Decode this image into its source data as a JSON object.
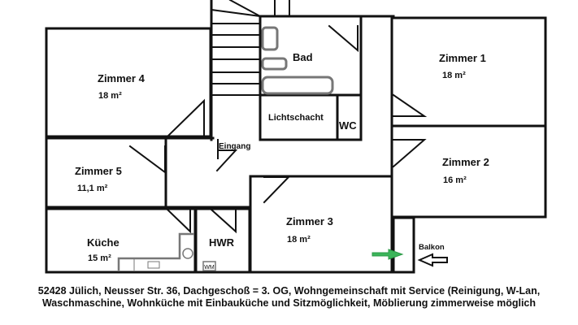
{
  "rooms": {
    "zimmer4": {
      "name": "Zimmer 4",
      "area": "18 m²"
    },
    "zimmer1": {
      "name": "Zimmer 1",
      "area": "18 m²"
    },
    "zimmer2": {
      "name": "Zimmer 2",
      "area": "16 m²"
    },
    "zimmer3": {
      "name": "Zimmer 3",
      "area": "18 m²"
    },
    "zimmer5": {
      "name": "Zimmer 5",
      "area": "11,1 m²"
    },
    "kueche": {
      "name": "Küche",
      "area": "15 m²"
    },
    "bad": {
      "name": "Bad"
    },
    "lichtschacht": {
      "name": "Lichtschacht"
    },
    "wc": {
      "name": "WC"
    },
    "hwr": {
      "name": "HWR"
    },
    "eingang": {
      "name": "Eingang"
    },
    "balkon": {
      "name": "Balkon"
    },
    "wm": {
      "name": "WM"
    }
  },
  "colors": {
    "wall": "#111111",
    "fixture": "#777777",
    "arrow_green": "#3cb55a"
  },
  "caption": {
    "line1": "52428 Jülich, Neusser Str. 36, Dachgeschoß = 3. OG, Wohngemeinschaft mit Service (Reinigung, W-Lan,",
    "line2": "Waschmaschine, Wohnküche mit Einbauküche und Sitzmöglichkeit, Möblierung zimmerweise möglich"
  }
}
